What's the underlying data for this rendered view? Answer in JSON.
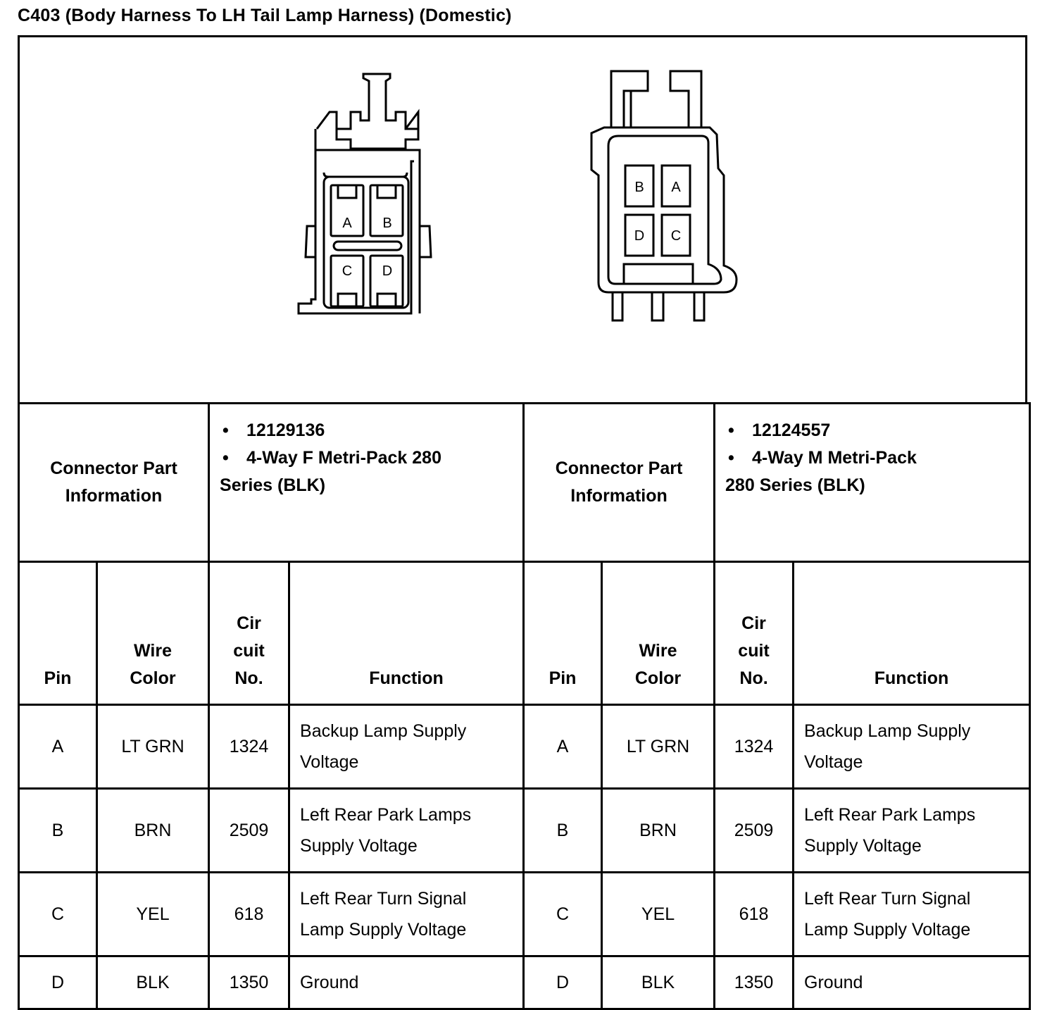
{
  "title": "C403 (Body Harness To LH Tail Lamp Harness) (Domestic)",
  "left_connector": {
    "pin_labels": [
      "A",
      "B",
      "C",
      "D"
    ],
    "info_label": "Connector Part Information",
    "part_number": "12129136",
    "description_line1": "4-Way F Metri-Pack 280",
    "description_line2": "Series (BLK)"
  },
  "right_connector": {
    "pin_labels": [
      "B",
      "A",
      "D",
      "C"
    ],
    "info_label": "Connector Part Information",
    "part_number": "12124557",
    "description_line1": "4-Way M Metri-Pack",
    "description_line2": "280 Series (BLK)"
  },
  "columns": {
    "pin": "Pin",
    "wire_color_1": "Wire",
    "wire_color_2": "Color",
    "circuit_1": "Cir",
    "circuit_2": "cuit",
    "circuit_3": "No.",
    "function": "Function"
  },
  "rows": [
    {
      "pin": "A",
      "wire": "LT GRN",
      "circuit": "1324",
      "function_l1": "Backup Lamp Supply",
      "function_l2": "Voltage",
      "r_function_l1": "Backup Lamp Supply",
      "r_function_l2": "Voltage"
    },
    {
      "pin": "B",
      "wire": "BRN",
      "circuit": "2509",
      "function_l1": "Left Rear Park Lamps",
      "function_l2": "Supply Voltage",
      "r_function_l1": "Left Rear Park Lamps",
      "r_function_l2": "Supply Voltage"
    },
    {
      "pin": "C",
      "wire": "YEL",
      "circuit": "618",
      "function_l1": "Left Rear Turn Signal",
      "function_l2": "Lamp Supply Voltage",
      "r_function_l1": "Left Rear Turn Signal",
      "r_function_l2": "Lamp Supply Voltage"
    },
    {
      "pin": "D",
      "wire": "BLK",
      "circuit": "1350",
      "function_l1": "Ground",
      "function_l2": "",
      "r_function_l1": "Ground",
      "r_function_l2": ""
    }
  ]
}
